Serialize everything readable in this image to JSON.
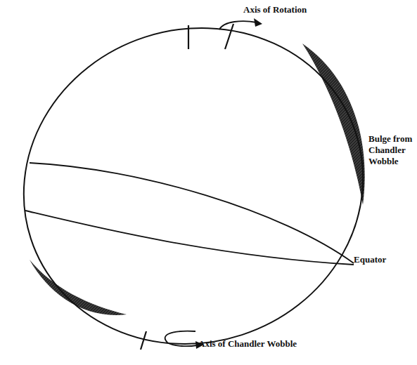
{
  "diagram": {
    "labels": [
      "Axis of Rotation",
      "Bulge from Chandler Wobble",
      "Equator",
      "Axis of Chandler Wobble"
    ]
  }
}
